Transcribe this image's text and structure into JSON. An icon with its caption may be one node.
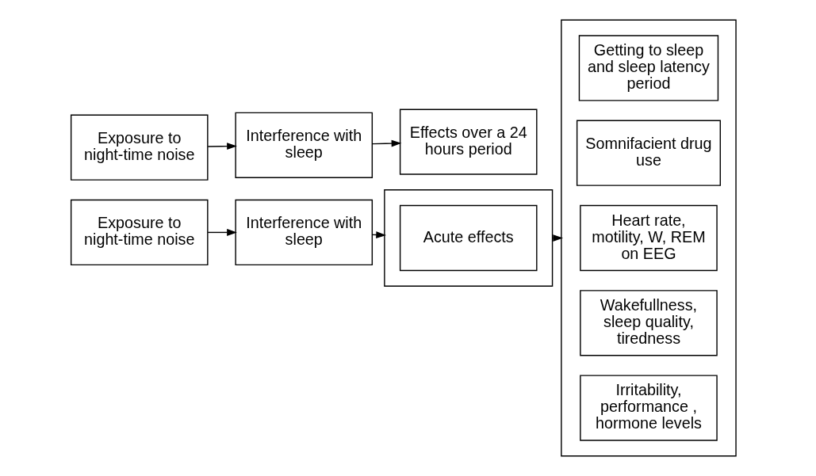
{
  "diagram": {
    "nodes": [
      {
        "text": [
          "Exposure to night-time noise"
        ]
      },
      {
        "text": [
          "Interference with sleep"
        ]
      },
      {
        "text": [
          "Effects over a 24 hours period"
        ]
      },
      {
        "text": [
          "Exposure to night-time noise"
        ]
      },
      {
        "text": [
          "Interference with sleep"
        ]
      },
      {
        "text": [],
        "shape": "box"
      },
      {
        "text": [
          "Acute effects"
        ],
        "in": 5
      },
      {
        "text": [],
        "shape": "box"
      },
      {
        "text": [
          "Getting to sleep and sleep latency period"
        ],
        "in": 7
      },
      {
        "text": [
          "Somnifacient drug use"
        ],
        "in": 7
      },
      {
        "text": [
          "Heart rate, motility, W, REM on EEG"
        ],
        "in": 7
      },
      {
        "text": [
          "Wakefullness, sleep quality, tiredness"
        ],
        "in": 7
      },
      {
        "text": [
          "Irritability, performance , hormone levels"
        ],
        "in": 7
      }
    ],
    "edges": [
      {
        "from": 0,
        "to": 1,
        "arrow": "to"
      },
      {
        "from": 1,
        "to": 2,
        "arrow": "to"
      },
      {
        "from": 3,
        "to": 4,
        "arrow": "to"
      },
      {
        "from": 4,
        "to": 5,
        "arrow": "to"
      },
      {
        "from": 5,
        "to": 7,
        "arrow": "to"
      }
    ]
  }
}
